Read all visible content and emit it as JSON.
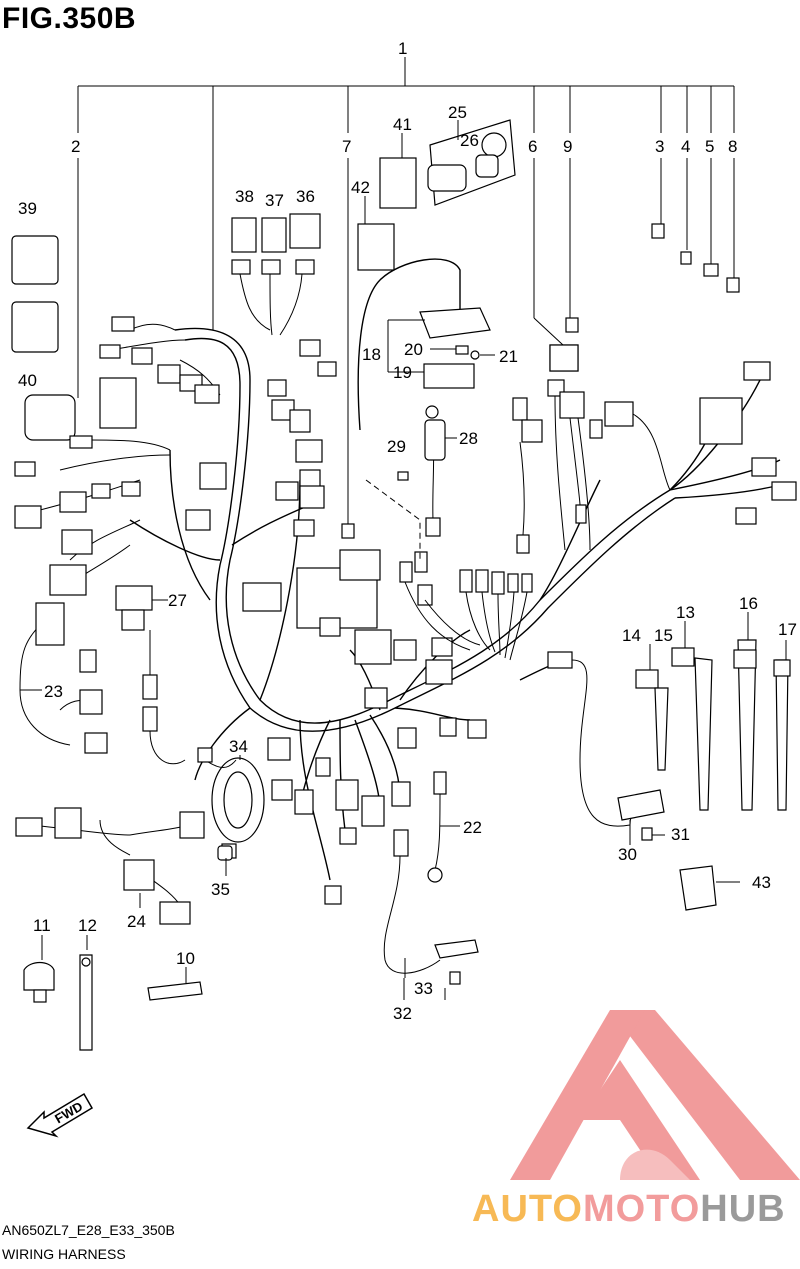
{
  "figure": {
    "title": "FIG.350B"
  },
  "footer": {
    "model_code": "AN650ZL7_E28_E33_350B",
    "caption": "WIRING HARNESS"
  },
  "watermark": {
    "part1": "AUTO",
    "part2": "MOTO",
    "part3": "HUB"
  },
  "direction_arrow": {
    "label": "FWD"
  },
  "colors": {
    "watermark_red": "#ef8a8a",
    "watermark_orange": "#f7b955",
    "watermark_gray": "#9a9a9a",
    "line": "#000000"
  },
  "callouts": [
    "1",
    "2",
    "3",
    "4",
    "5",
    "6",
    "7",
    "8",
    "9",
    "10",
    "11",
    "12",
    "13",
    "14",
    "15",
    "16",
    "17",
    "18",
    "19",
    "20",
    "21",
    "22",
    "23",
    "24",
    "25",
    "26",
    "27",
    "28",
    "29",
    "30",
    "31",
    "32",
    "33",
    "34",
    "35",
    "36",
    "37",
    "38",
    "39",
    "40",
    "41",
    "42",
    "43"
  ]
}
